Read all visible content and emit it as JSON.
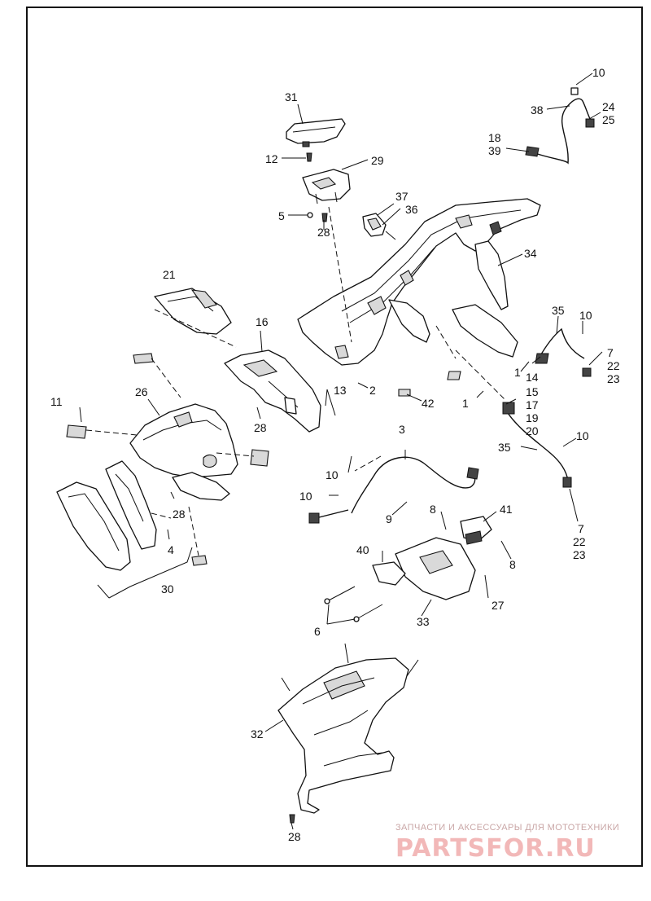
{
  "callouts": [
    "1",
    "2",
    "3",
    "4",
    "5",
    "6",
    "7",
    "8",
    "9",
    "10",
    "11",
    "12",
    "13",
    "14",
    "15",
    "16",
    "17",
    "18",
    "19",
    "20",
    "21",
    "22",
    "23",
    "24",
    "25",
    "26",
    "27",
    "28",
    "29",
    "30",
    "31",
    "32",
    "33",
    "34",
    "35",
    "36",
    "37",
    "38",
    "39",
    "40",
    "41",
    "42"
  ],
  "watermark": {
    "tagline": "ЗАПЧАСТИ И АКСЕССУАРЫ ДЛЯ МОТОТЕХНИКИ",
    "logo": "PARTSFOR.RU"
  },
  "colors": {
    "line": "#111111",
    "watermark_logo": "#f2b8b8",
    "watermark_text": "#c9a6a6"
  }
}
